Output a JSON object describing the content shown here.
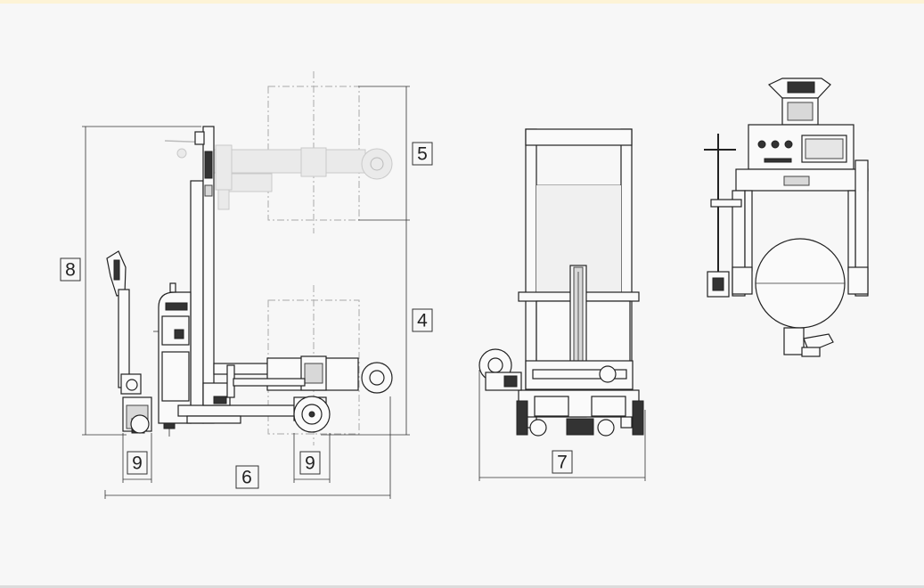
{
  "dimension_labels": {
    "height_total": "8",
    "upper_stroke": "5",
    "lower_stroke": "4",
    "wheel_width_left": "9",
    "wheel_width_right": "9",
    "length_total": "6",
    "width_total": "7"
  },
  "colors": {
    "background": "#f7f7f7",
    "line": "#222222",
    "ghost_line": "#aaaaaa",
    "top_accent": "#fdf3d6"
  }
}
